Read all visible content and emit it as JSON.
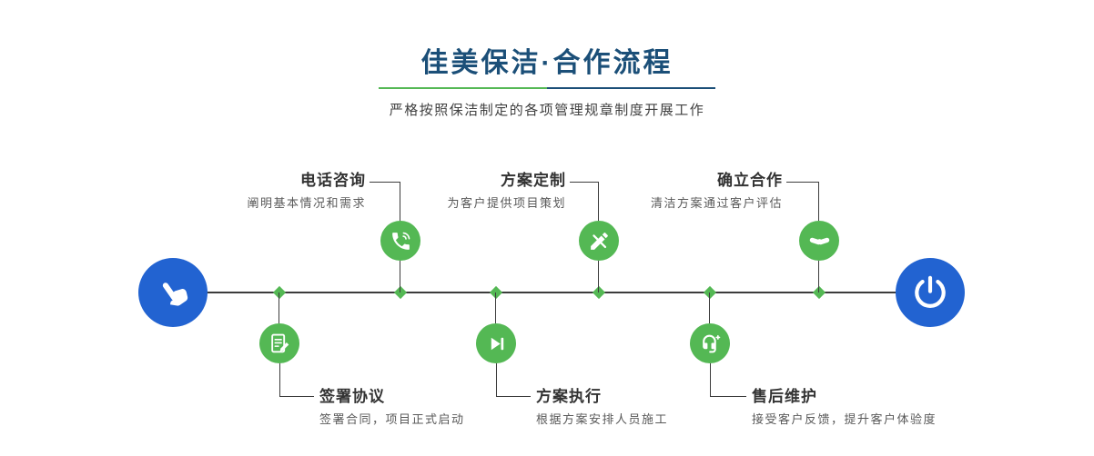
{
  "header": {
    "title": "佳美保洁·合作流程",
    "subtitle": "严格按照保洁制定的各项管理规章制度开展工作"
  },
  "colors": {
    "accent_green": "#54b854",
    "accent_blue": "#2263d1",
    "title_blue": "#1b4f78",
    "line_dark": "#3c3c3c",
    "text_dark": "#333333",
    "text_muted": "#595959"
  },
  "timeline": {
    "start_icon": "pointing-hand-icon",
    "end_icon": "power-icon"
  },
  "steps_top": [
    {
      "title": "电话咨询",
      "desc": "阐明基本情况和需求",
      "icon": "phone-icon"
    },
    {
      "title": "方案定制",
      "desc": "为客户提供项目策划",
      "icon": "design-tools-icon"
    },
    {
      "title": "确立合作",
      "desc": "清洁方案通过客户评估",
      "icon": "handshake-icon"
    }
  ],
  "steps_bottom": [
    {
      "title": "签署协议",
      "desc": "签署合同，项目正式启动",
      "icon": "contract-icon"
    },
    {
      "title": "方案执行",
      "desc": "根据方案安排人员施工",
      "icon": "play-next-icon"
    },
    {
      "title": "售后维护",
      "desc": "接受客户反馈，提升客户体验度",
      "icon": "headset-icon"
    }
  ]
}
